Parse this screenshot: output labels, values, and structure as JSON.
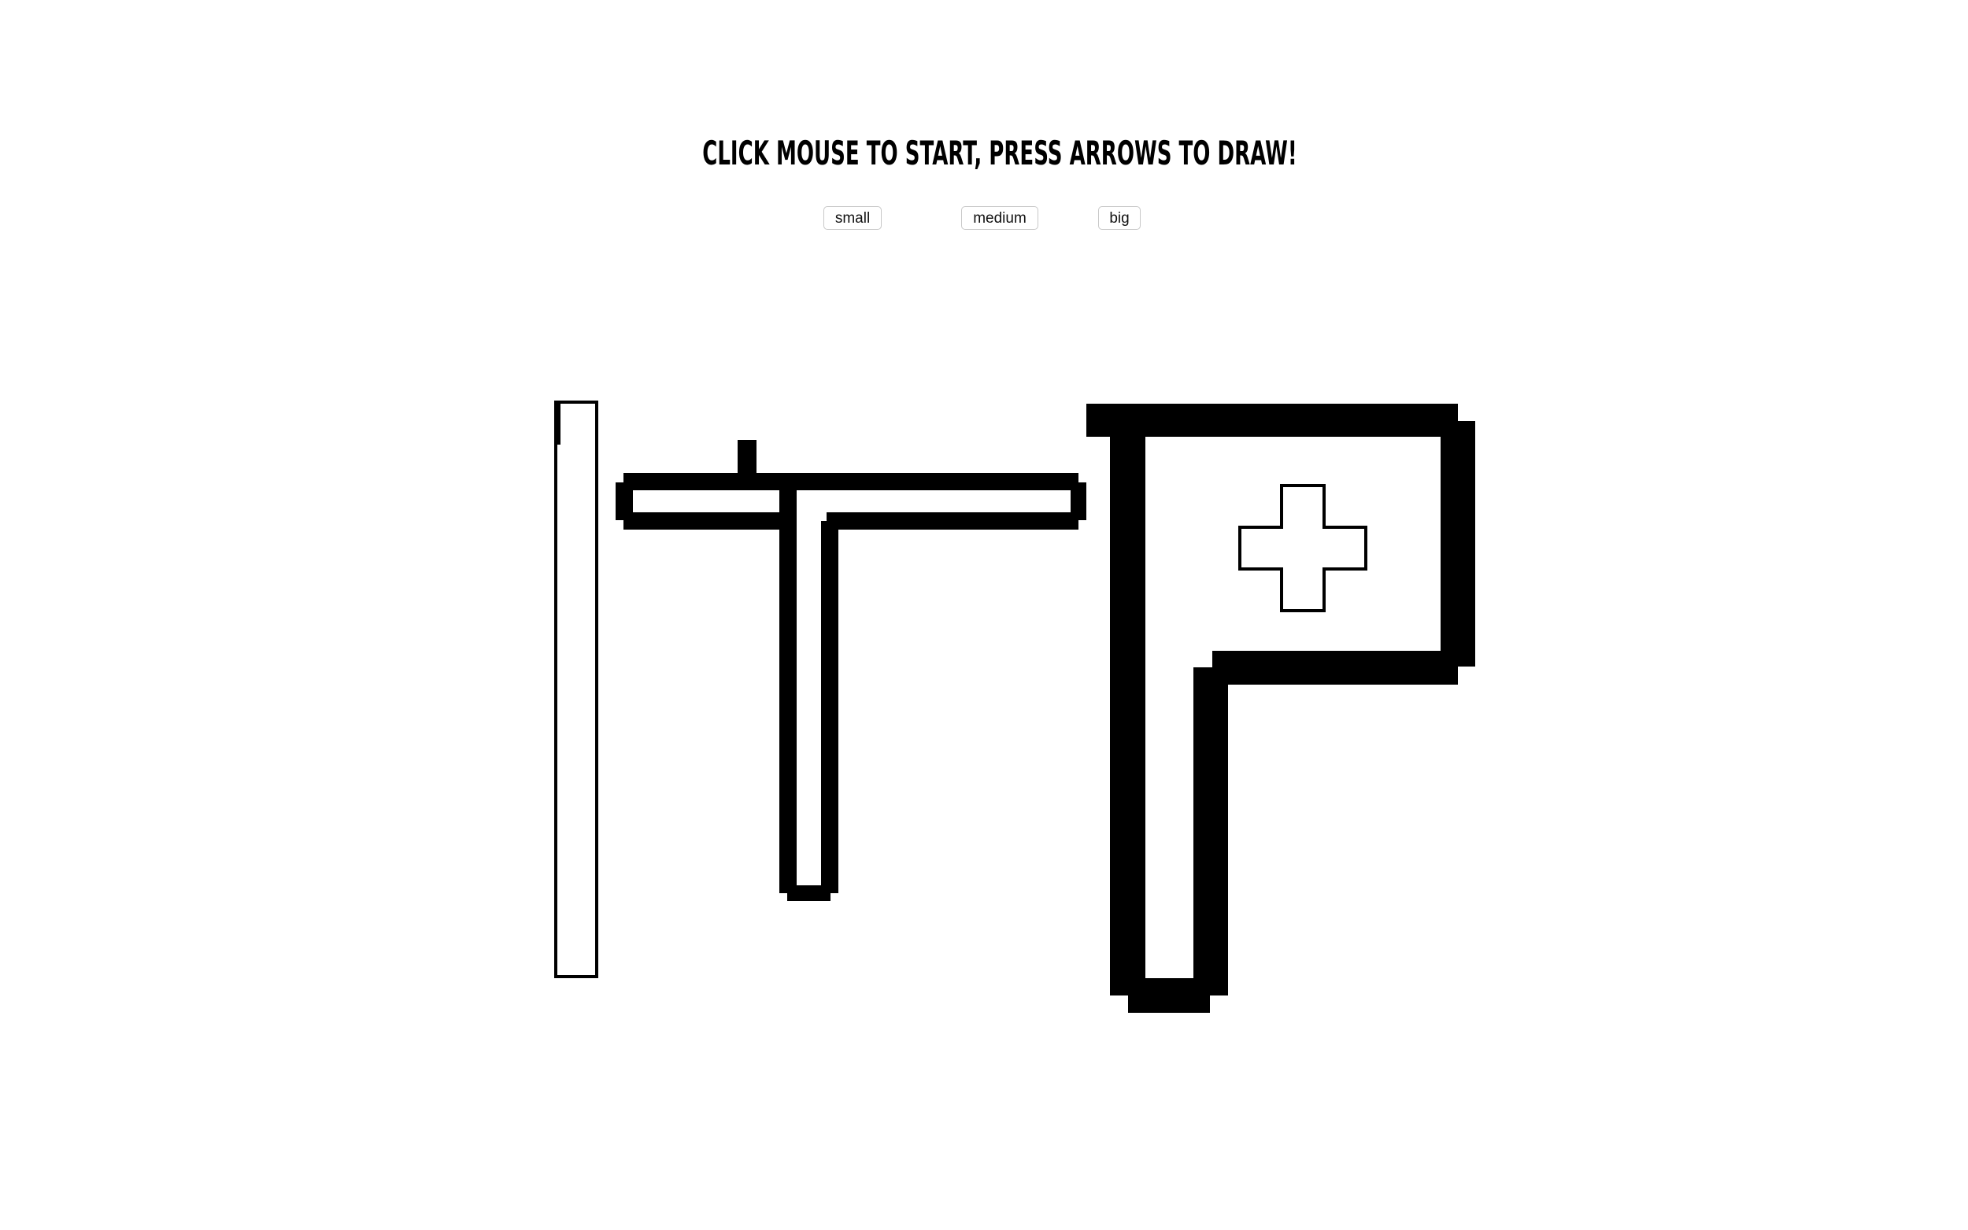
{
  "header": {
    "title": "CLICK MOUSE TO START, PRESS ARROWS TO DRAW!"
  },
  "controls": {
    "small_label": "small",
    "medium_label": "medium",
    "big_label": "big"
  },
  "drawing": {
    "stroke_color": "#000000",
    "background_color": "#ffffff"
  }
}
